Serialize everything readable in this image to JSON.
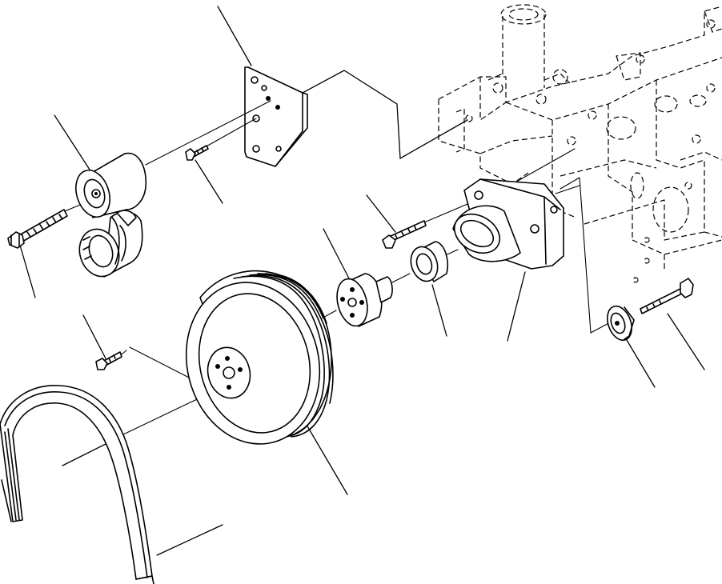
{
  "diagram": {
    "parts": [
      "idler-pulley",
      "bracket-plate",
      "tensioner-pulley",
      "long-bolt",
      "short-bolt",
      "crankshaft-pulley",
      "poly-v-belt",
      "pulley-hub",
      "spacer",
      "water-pump-housing",
      "washer-pulley",
      "engine-block"
    ],
    "stroke_color": "#000000",
    "background_color": "#ffffff"
  }
}
